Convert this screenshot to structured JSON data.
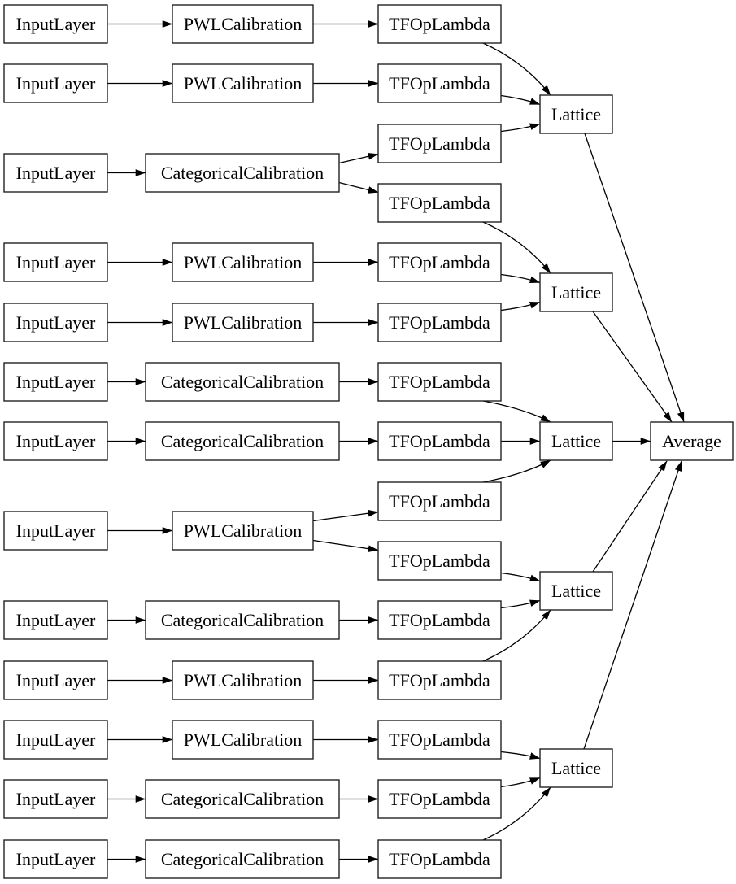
{
  "diagram": {
    "type": "model-architecture-graph",
    "description": "Keras lattice ensemble model graph",
    "colors": {
      "background": "#ffffff",
      "node_fill": "#ffffff",
      "node_border": "#222222",
      "edge": "#000000"
    },
    "layer_types": [
      "InputLayer",
      "PWLCalibration",
      "CategoricalCalibration",
      "TFOpLambda",
      "Lattice",
      "Average"
    ],
    "counts": {
      "InputLayer": 13,
      "PWLCalibration": 7,
      "CategoricalCalibration": 6,
      "TFOpLambda": 15,
      "Lattice": 5,
      "Average": 1
    },
    "nodes": [
      {
        "id": "in1",
        "label": "InputLayer"
      },
      {
        "id": "in2",
        "label": "InputLayer"
      },
      {
        "id": "in3",
        "label": "InputLayer"
      },
      {
        "id": "in4",
        "label": "InputLayer"
      },
      {
        "id": "in5",
        "label": "InputLayer"
      },
      {
        "id": "in6",
        "label": "InputLayer"
      },
      {
        "id": "in7",
        "label": "InputLayer"
      },
      {
        "id": "in8",
        "label": "InputLayer"
      },
      {
        "id": "in9",
        "label": "InputLayer"
      },
      {
        "id": "in10",
        "label": "InputLayer"
      },
      {
        "id": "in11",
        "label": "InputLayer"
      },
      {
        "id": "in12",
        "label": "InputLayer"
      },
      {
        "id": "in13",
        "label": "InputLayer"
      },
      {
        "id": "c1",
        "label": "PWLCalibration"
      },
      {
        "id": "c2",
        "label": "PWLCalibration"
      },
      {
        "id": "c3",
        "label": "CategoricalCalibration"
      },
      {
        "id": "c4",
        "label": "PWLCalibration"
      },
      {
        "id": "c5",
        "label": "PWLCalibration"
      },
      {
        "id": "c6",
        "label": "CategoricalCalibration"
      },
      {
        "id": "c7",
        "label": "CategoricalCalibration"
      },
      {
        "id": "c8",
        "label": "PWLCalibration"
      },
      {
        "id": "c9",
        "label": "CategoricalCalibration"
      },
      {
        "id": "c10",
        "label": "PWLCalibration"
      },
      {
        "id": "c11",
        "label": "PWLCalibration"
      },
      {
        "id": "c12",
        "label": "CategoricalCalibration"
      },
      {
        "id": "c13",
        "label": "CategoricalCalibration"
      },
      {
        "id": "t1",
        "label": "TFOpLambda"
      },
      {
        "id": "t2",
        "label": "TFOpLambda"
      },
      {
        "id": "t3",
        "label": "TFOpLambda"
      },
      {
        "id": "t4",
        "label": "TFOpLambda"
      },
      {
        "id": "t5",
        "label": "TFOpLambda"
      },
      {
        "id": "t6",
        "label": "TFOpLambda"
      },
      {
        "id": "t7",
        "label": "TFOpLambda"
      },
      {
        "id": "t8",
        "label": "TFOpLambda"
      },
      {
        "id": "t9",
        "label": "TFOpLambda"
      },
      {
        "id": "t10",
        "label": "TFOpLambda"
      },
      {
        "id": "t11",
        "label": "TFOpLambda"
      },
      {
        "id": "t12",
        "label": "TFOpLambda"
      },
      {
        "id": "t13",
        "label": "TFOpLambda"
      },
      {
        "id": "t14",
        "label": "TFOpLambda"
      },
      {
        "id": "t15",
        "label": "TFOpLambda"
      },
      {
        "id": "L1",
        "label": "Lattice"
      },
      {
        "id": "L2",
        "label": "Lattice"
      },
      {
        "id": "L3",
        "label": "Lattice"
      },
      {
        "id": "L4",
        "label": "Lattice"
      },
      {
        "id": "L5",
        "label": "Lattice"
      },
      {
        "id": "avg",
        "label": "Average"
      }
    ],
    "edges": [
      {
        "from": "in1",
        "to": "c1"
      },
      {
        "from": "in2",
        "to": "c2"
      },
      {
        "from": "in3",
        "to": "c3"
      },
      {
        "from": "in4",
        "to": "c4"
      },
      {
        "from": "in5",
        "to": "c5"
      },
      {
        "from": "in6",
        "to": "c6"
      },
      {
        "from": "in7",
        "to": "c7"
      },
      {
        "from": "in8",
        "to": "c8"
      },
      {
        "from": "in9",
        "to": "c9"
      },
      {
        "from": "in10",
        "to": "c10"
      },
      {
        "from": "in11",
        "to": "c11"
      },
      {
        "from": "in12",
        "to": "c12"
      },
      {
        "from": "in13",
        "to": "c13"
      },
      {
        "from": "c1",
        "to": "t1"
      },
      {
        "from": "c2",
        "to": "t2"
      },
      {
        "from": "c3",
        "to": "t3"
      },
      {
        "from": "c3",
        "to": "t4"
      },
      {
        "from": "c4",
        "to": "t5"
      },
      {
        "from": "c5",
        "to": "t6"
      },
      {
        "from": "c6",
        "to": "t7"
      },
      {
        "from": "c7",
        "to": "t8"
      },
      {
        "from": "c8",
        "to": "t9"
      },
      {
        "from": "c8",
        "to": "t10"
      },
      {
        "from": "c9",
        "to": "t11"
      },
      {
        "from": "c10",
        "to": "t12"
      },
      {
        "from": "c11",
        "to": "t13"
      },
      {
        "from": "c12",
        "to": "t14"
      },
      {
        "from": "c13",
        "to": "t15"
      },
      {
        "from": "t1",
        "to": "L1"
      },
      {
        "from": "t2",
        "to": "L1"
      },
      {
        "from": "t3",
        "to": "L1"
      },
      {
        "from": "t4",
        "to": "L2"
      },
      {
        "from": "t5",
        "to": "L2"
      },
      {
        "from": "t6",
        "to": "L2"
      },
      {
        "from": "t7",
        "to": "L3"
      },
      {
        "from": "t8",
        "to": "L3"
      },
      {
        "from": "t9",
        "to": "L3"
      },
      {
        "from": "t10",
        "to": "L4"
      },
      {
        "from": "t11",
        "to": "L4"
      },
      {
        "from": "t12",
        "to": "L4"
      },
      {
        "from": "t13",
        "to": "L5"
      },
      {
        "from": "t14",
        "to": "L5"
      },
      {
        "from": "t15",
        "to": "L5"
      },
      {
        "from": "L1",
        "to": "avg"
      },
      {
        "from": "L2",
        "to": "avg"
      },
      {
        "from": "L3",
        "to": "avg"
      },
      {
        "from": "L4",
        "to": "avg"
      },
      {
        "from": "L5",
        "to": "avg"
      }
    ]
  }
}
